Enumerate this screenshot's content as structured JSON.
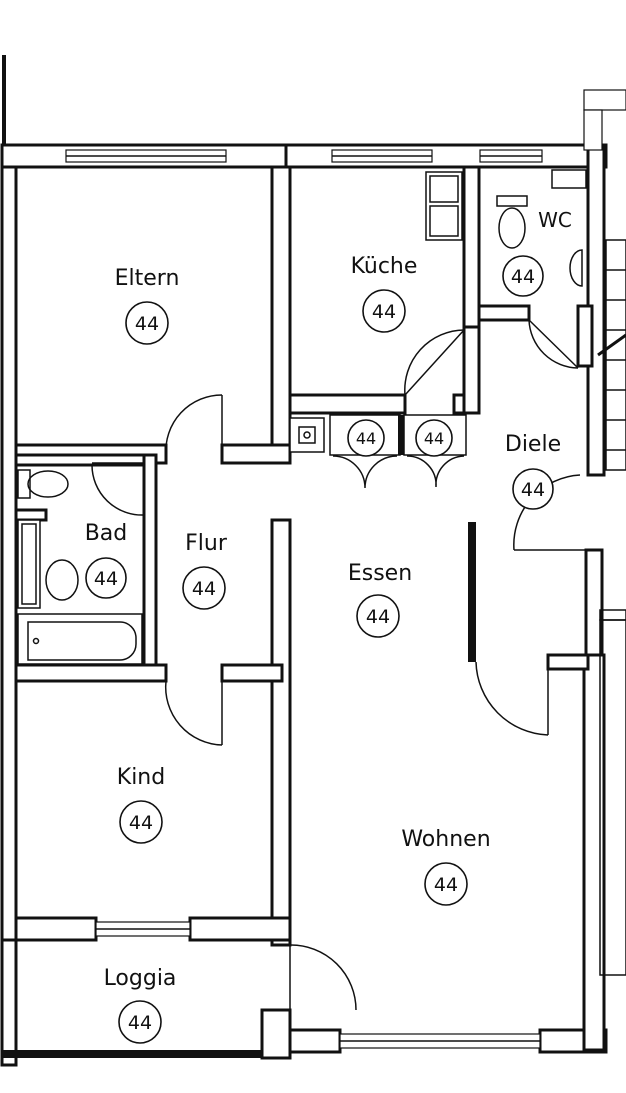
{
  "rooms": {
    "eltern": {
      "label": "Eltern",
      "code": "44"
    },
    "kueche": {
      "label": "Küche",
      "code": "44"
    },
    "wc": {
      "label": "WC",
      "code": "44"
    },
    "diele": {
      "label": "Diele",
      "code": "44"
    },
    "bad": {
      "label": "Bad",
      "code": "44"
    },
    "flur": {
      "label": "Flur",
      "code": "44"
    },
    "essen": {
      "label": "Essen",
      "code": "44"
    },
    "kind": {
      "label": "Kind",
      "code": "44"
    },
    "wohnen": {
      "label": "Wohnen",
      "code": "44"
    },
    "loggia": {
      "label": "Loggia",
      "code": "44"
    }
  },
  "cabinets": [
    {
      "code": "44"
    },
    {
      "code": "44"
    }
  ],
  "colors": {
    "line": "#111111",
    "background": "#ffffff"
  }
}
